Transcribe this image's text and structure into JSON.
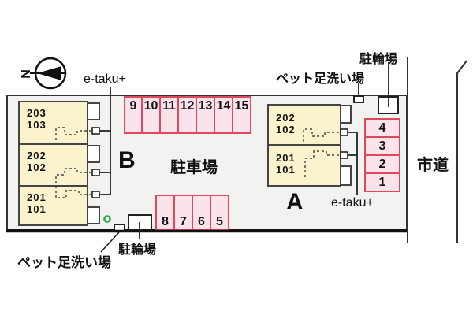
{
  "compass": {
    "north": "N"
  },
  "road": {
    "label": "市道"
  },
  "site": {
    "parking_lot_label": "駐車場"
  },
  "buildings": {
    "b": {
      "label": "B",
      "delivery_box_label": "e-taku+",
      "units": [
        {
          "upper": "203",
          "lower": "103"
        },
        {
          "upper": "202",
          "lower": "102"
        },
        {
          "upper": "201",
          "lower": "101"
        }
      ]
    },
    "a": {
      "label": "A",
      "delivery_box_label": "e-taku+",
      "units": [
        {
          "upper": "202",
          "lower": "102"
        },
        {
          "upper": "201",
          "lower": "101"
        }
      ]
    }
  },
  "parking": {
    "top_row": [
      "9",
      "10",
      "11",
      "12",
      "13",
      "14",
      "15"
    ],
    "bottom_row": [
      "8",
      "7",
      "6",
      "5"
    ],
    "right_column": [
      "4",
      "3",
      "2",
      "1"
    ]
  },
  "facilities": {
    "top": {
      "bike": "駐輪場",
      "pet": "ペット足洗い場"
    },
    "bottom": {
      "bike": "駐輪場",
      "pet": "ペット足洗い場"
    }
  },
  "colors": {
    "site_fill": "#f2f2f0",
    "building_fill": "#faf3cd",
    "parking_fill": "#fbe3ec",
    "parking_border": "#e0495c",
    "green_marker": "#2fae4d"
  }
}
